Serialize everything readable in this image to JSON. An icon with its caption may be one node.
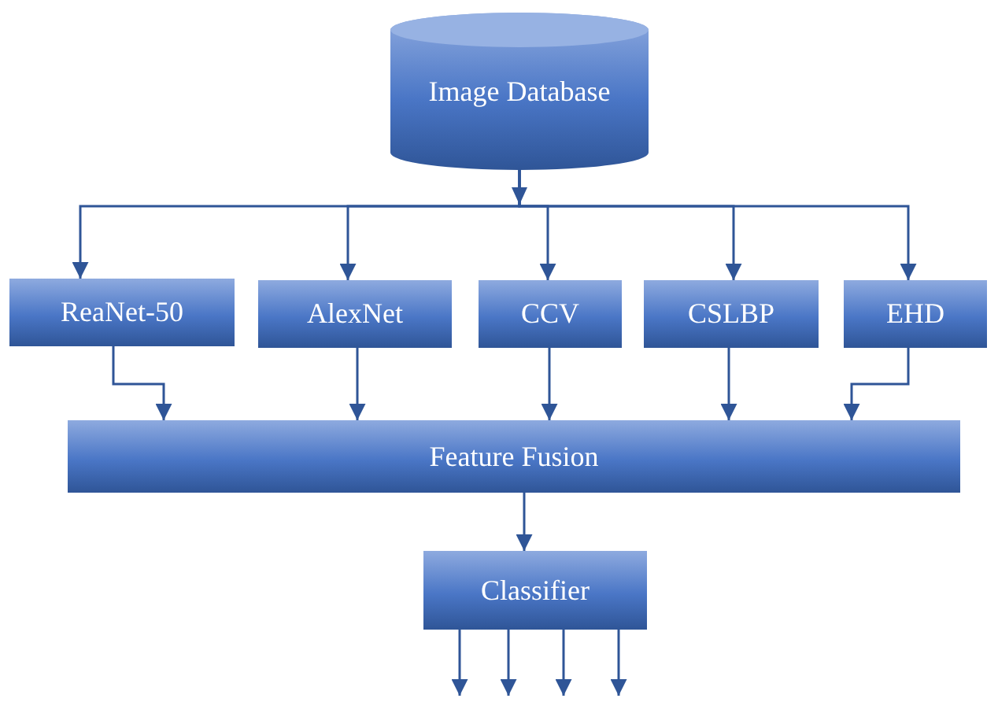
{
  "diagram": {
    "nodes": [
      {
        "text": [
          "Image Database"
        ]
      },
      {
        "text": [
          "ReaNet-50"
        ]
      },
      {
        "text": [
          "AlexNet"
        ]
      },
      {
        "text": [
          "CCV"
        ]
      },
      {
        "text": [
          "CSLBP"
        ]
      },
      {
        "text": [
          "EHD"
        ]
      },
      {
        "text": [
          "Feature Fusion"
        ]
      },
      {
        "text": [
          "Classifier"
        ]
      }
    ],
    "edges": [
      {
        "from": 0,
        "to": 1,
        "arrow": "to"
      },
      {
        "from": 0,
        "to": 2,
        "arrow": "to"
      },
      {
        "from": 0,
        "to": 3,
        "arrow": "to"
      },
      {
        "from": 0,
        "to": 4,
        "arrow": "to"
      },
      {
        "from": 0,
        "to": 5,
        "arrow": "to"
      },
      {
        "from": 1,
        "to": 6,
        "arrow": "to"
      },
      {
        "from": 2,
        "to": 6,
        "arrow": "to"
      },
      {
        "from": 3,
        "to": 6,
        "arrow": "to"
      },
      {
        "from": 4,
        "to": 6,
        "arrow": "to"
      },
      {
        "from": 5,
        "to": 6,
        "arrow": "to"
      },
      {
        "from": 6,
        "to": 7,
        "arrow": "to"
      },
      {
        "from": 7,
        "to": null,
        "arrow": "to"
      },
      {
        "from": 7,
        "to": null,
        "arrow": "to"
      },
      {
        "from": 7,
        "to": null,
        "arrow": "to"
      },
      {
        "from": 7,
        "to": null,
        "arrow": "to"
      }
    ]
  }
}
